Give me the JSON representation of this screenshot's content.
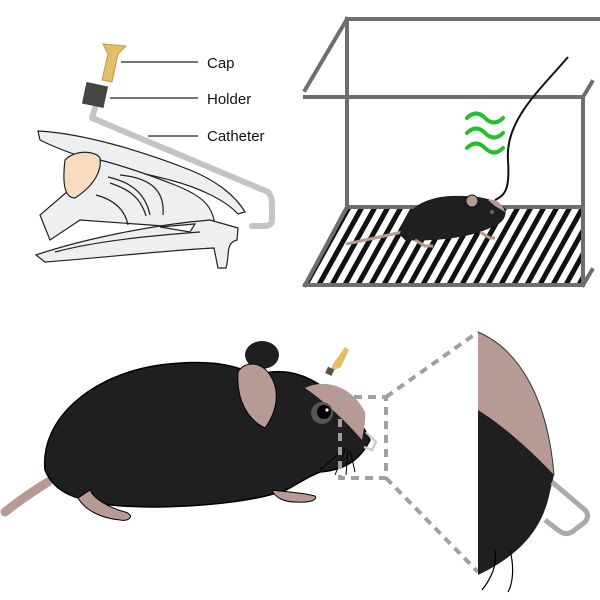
{
  "labels": {
    "cap": "Cap",
    "holder": "Holder",
    "catheter": "Catheter"
  },
  "colors": {
    "mouse_fur": "#1f1f1f",
    "mouse_skin": "#b89a94",
    "cage_frame": "#6e6e6e",
    "catheter": "#c4c4c4",
    "cap": "#e2bd6a",
    "holder": "#454545",
    "odor_waves": "#22c02a",
    "bone": "#efefef",
    "olfactory_bulb": "#f7dcc0"
  }
}
